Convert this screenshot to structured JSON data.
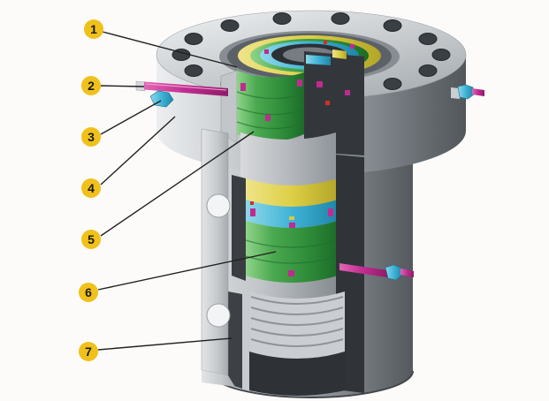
{
  "callouts": [
    {
      "label": "1"
    },
    {
      "label": "2"
    },
    {
      "label": "3"
    },
    {
      "label": "4"
    },
    {
      "label": "5"
    },
    {
      "label": "6"
    },
    {
      "label": "7"
    }
  ],
  "colors": {
    "background": "#fcfbf9",
    "callout_bg": "#f0c11a",
    "callout_text": "#1b1b19",
    "leader_line": "#20201e",
    "seal_green": "#35973d",
    "seal_yellow": "#d9cb42",
    "seal_cyan": "#3fb3d6",
    "seal_magenta": "#c02b90",
    "seal_red": "#cf3128",
    "metal_light": "#dadcde",
    "metal_dark": "#3b3f43"
  }
}
